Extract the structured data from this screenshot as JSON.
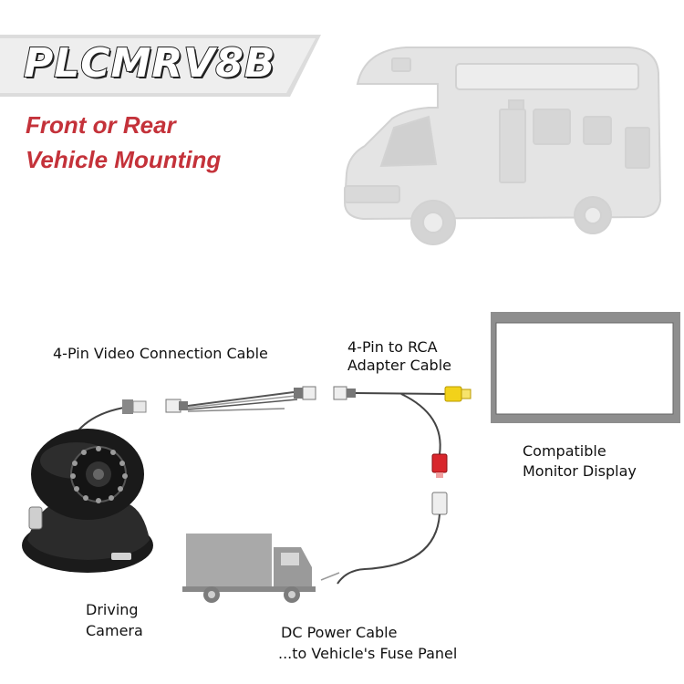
{
  "header": {
    "model": "PLCMRV8B",
    "tagline_line1": "Front or Rear",
    "tagline_line2": "Vehicle Mounting"
  },
  "diagram": {
    "video_cable_label": "4-Pin Video Connection Cable",
    "adapter_label_line1": "4-Pin to RCA",
    "adapter_label_line2": "Adapter Cable",
    "monitor_label_line1": "Compatible",
    "monitor_label_line2": "Monitor Display",
    "camera_label_line1": "Driving",
    "camera_label_line2": "Camera",
    "power_label_line1": "DC Power Cable",
    "power_label_line2": "...to Vehicle's Fuse Panel"
  },
  "colors": {
    "accent": "#c4323a",
    "rv_gray": "#e2e2e2",
    "truck_gray": "#a9a9a9",
    "rca_yellow": "#f2d21a",
    "rca_red": "#d8262c"
  }
}
